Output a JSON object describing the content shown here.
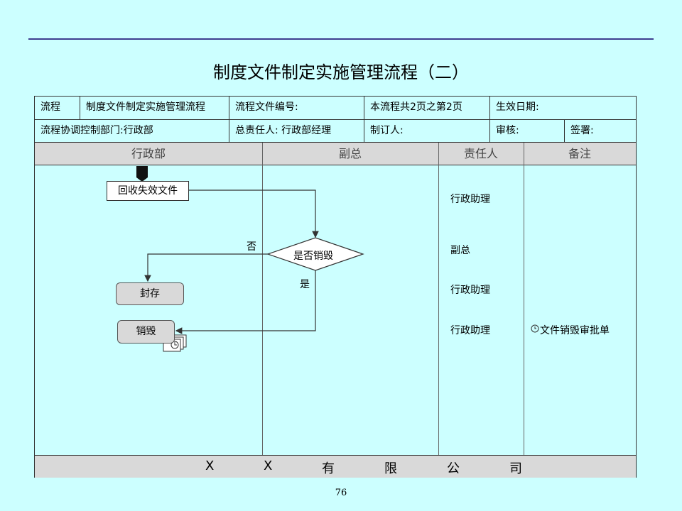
{
  "title": "制度文件制定实施管理流程（二）",
  "header": {
    "row1": [
      "流程",
      "制度文件制定实施管理流程",
      "流程文件编号:",
      "本流程共2页之第2页",
      "生效日期:"
    ],
    "row2": [
      "流程协调控制部门:行政部",
      "总责任人: 行政部经理",
      "制订人:",
      "审核:",
      "签署:"
    ]
  },
  "lanes": [
    "行政部",
    "副总",
    "责任人",
    "备注"
  ],
  "flow": {
    "step1": "回收失效文件",
    "decision": "是否销毁",
    "no_label": "否",
    "yes_label": "是",
    "archive": "封存",
    "destroy": "销毁"
  },
  "responsible": [
    "行政助理",
    "副总",
    "行政助理",
    "行政助理"
  ],
  "remark": "文件销毁审批单",
  "footer": [
    "X",
    "X",
    "有",
    "限",
    "公",
    "司"
  ],
  "page_number": "76",
  "colors": {
    "background": "#ccffff",
    "lane_header": "#d9d9d9",
    "rule": "#3d3d8f"
  }
}
